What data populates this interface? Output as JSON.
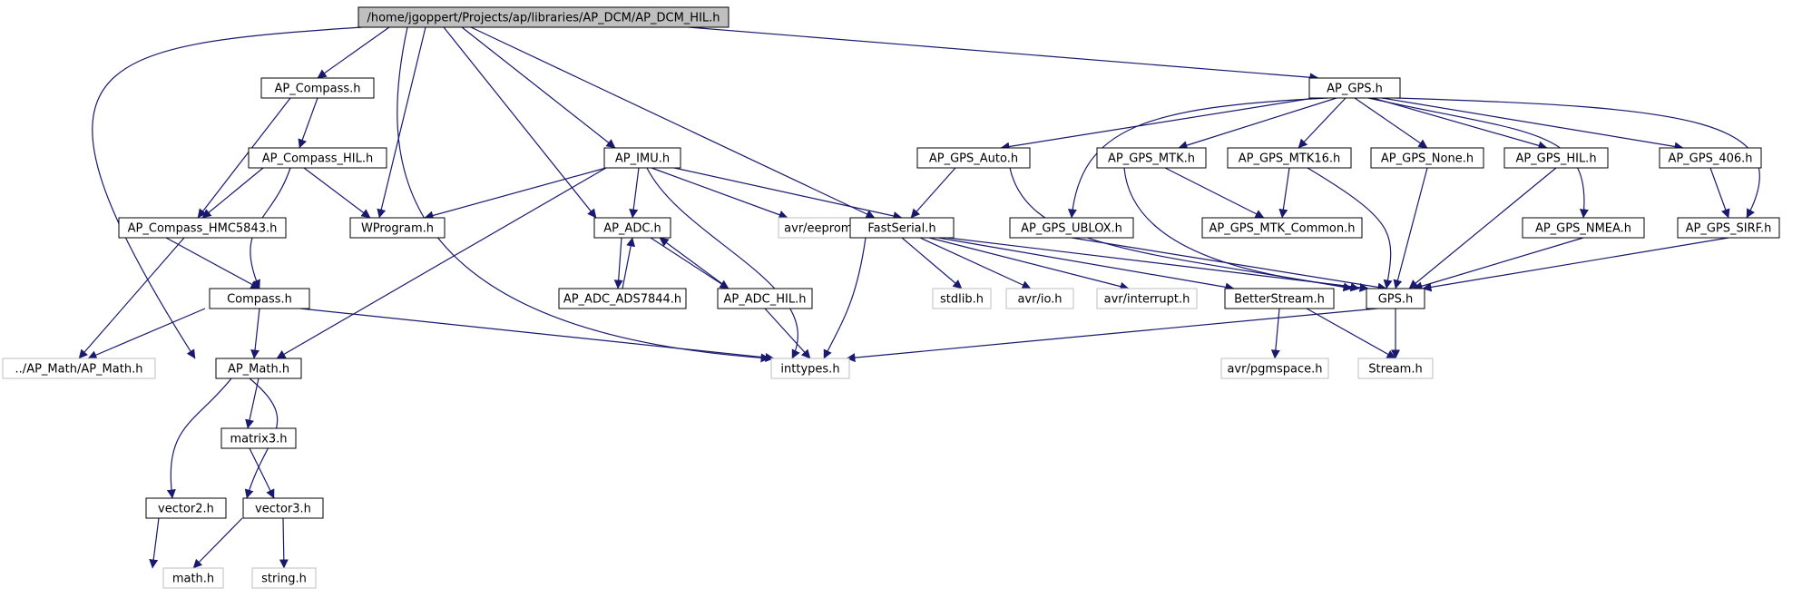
{
  "colors": {
    "edge": "#191970",
    "node_border": "#000000",
    "external_border": "#bfbfbf",
    "root_fill": "#bfbfbf",
    "node_fill": "#ffffff"
  },
  "nodes": {
    "root": "/home/jgoppert/Projects/ap/libraries/AP_DCM/AP_DCM_HIL.h",
    "ap_compass": "AP_Compass.h",
    "ap_compass_hil": "AP_Compass_HIL.h",
    "ap_compass_hmc5843": "AP_Compass_HMC5843.h",
    "compass": "Compass.h",
    "ap_math_ext": "../AP_Math/AP_Math.h",
    "ap_math": "AP_Math.h",
    "matrix3": "matrix3.h",
    "vector2": "vector2.h",
    "vector3": "vector3.h",
    "math": "math.h",
    "string": "string.h",
    "wprogram": "WProgram.h",
    "ap_imu": "AP_IMU.h",
    "ap_adc": "AP_ADC.h",
    "ap_adc_ads7844": "AP_ADC_ADS7844.h",
    "ap_adc_hil": "AP_ADC_HIL.h",
    "avr_eeprom": "avr/eeprom.h",
    "fastserial": "FastSerial.h",
    "inttypes": "inttypes.h",
    "stdlib": "stdlib.h",
    "avr_io": "avr/io.h",
    "avr_interrupt": "avr/interrupt.h",
    "betterstream": "BetterStream.h",
    "avr_pgmspace": "avr/pgmspace.h",
    "stream": "Stream.h",
    "gps": "GPS.h",
    "ap_gps": "AP_GPS.h",
    "ap_gps_auto": "AP_GPS_Auto.h",
    "ap_gps_mtk": "AP_GPS_MTK.h",
    "ap_gps_mtk16": "AP_GPS_MTK16.h",
    "ap_gps_none": "AP_GPS_None.h",
    "ap_gps_hil": "AP_GPS_HIL.h",
    "ap_gps_406": "AP_GPS_406.h",
    "ap_gps_ublox": "AP_GPS_UBLOX.h",
    "ap_gps_mtk_common": "AP_GPS_MTK_Common.h",
    "ap_gps_nmea": "AP_GPS_NMEA.h",
    "ap_gps_sirf": "AP_GPS_SIRF.h"
  }
}
